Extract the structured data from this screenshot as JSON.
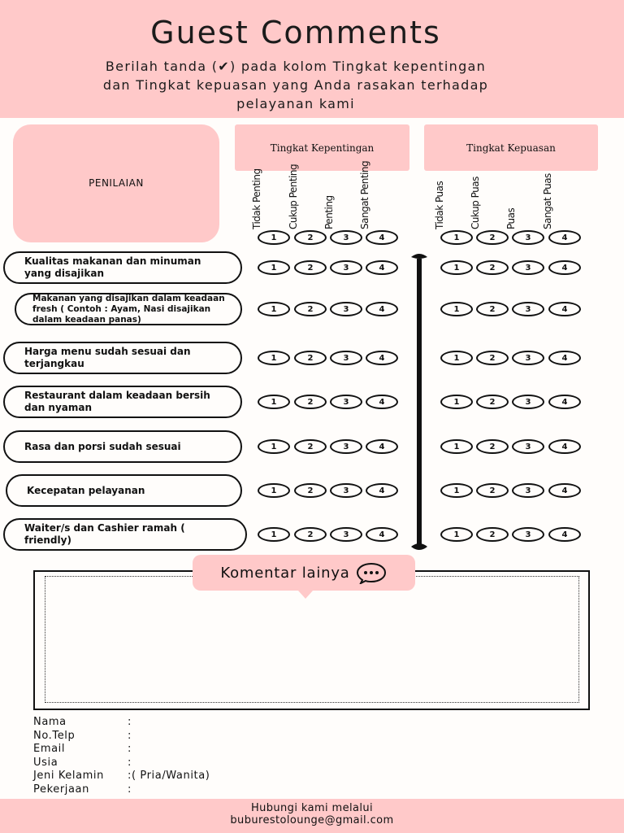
{
  "header": {
    "title": "Guest Comments",
    "subtitle_lines": [
      "Berilah tanda (✔) pada kolom Tingkat kepentingan",
      "dan Tingkat kepuasan yang Anda rasakan terhadap",
      "pelayanan kami"
    ]
  },
  "table": {
    "penilaian_label": "PENILAIAN",
    "importance_group": "Tingkat Kepentingan",
    "satisfaction_group": "Tingkat Kepuasan",
    "importance_columns": [
      "Tidak Penting",
      "Cukup Penting",
      "Penting",
      "Sangat Penting"
    ],
    "satisfaction_columns": [
      "Tidak Puas",
      "Cukup Puas",
      "Puas",
      "Sangat Puas"
    ],
    "scale": [
      "1",
      "2",
      "3",
      "4"
    ],
    "rows": [
      {
        "label": "Kualitas makanan dan minuman yang disajikan"
      },
      {
        "label": "Makanan yang disajikan dalam keadaan fresh ( Contoh : Ayam, Nasi disajikan dalam keadaan panas)"
      },
      {
        "label": "Harga menu sudah sesuai dan terjangkau"
      },
      {
        "label": "Restaurant dalam keadaan bersih dan nyaman"
      },
      {
        "label": "Rasa dan porsi sudah sesuai"
      },
      {
        "label": "Kecepatan pelayanan"
      },
      {
        "label": "Waiter/s dan Cashier ramah ( friendly)"
      }
    ]
  },
  "comments": {
    "title": "Komentar lainya",
    "icon": "speech-bubble-icon"
  },
  "form": {
    "fields": [
      {
        "label": "Nama",
        "sep": ":",
        "value": ""
      },
      {
        "label": "No.Telp",
        "sep": ":",
        "value": ""
      },
      {
        "label": "Email",
        "sep": ":",
        "value": ""
      },
      {
        "label": "Usia",
        "sep": ":",
        "value": ""
      },
      {
        "label": "Jeni Kelamin",
        "sep": ":",
        "value": "( Pria/Wanita)"
      },
      {
        "label": "Pekerjaan",
        "sep": ":",
        "value": ""
      }
    ]
  },
  "footer": {
    "line1": "Hubungi kami melalui",
    "line2": "buburestolounge@gmail.com"
  },
  "colors": {
    "accent": "#ffc9c9",
    "ink": "#111111",
    "background": "#fffdfb"
  }
}
